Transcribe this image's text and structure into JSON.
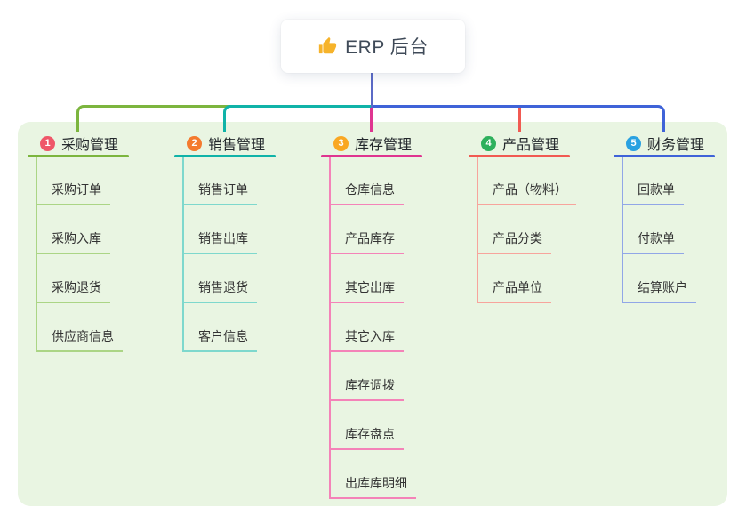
{
  "root": {
    "label": "ERP 后台",
    "icon": "thumbs-up-icon"
  },
  "colors": {
    "panel_bg": "#e9f5e2",
    "root_line": "#5b6ac6",
    "root_text": "#3f4a58",
    "header_text": "#23282c",
    "child_text": "#333333",
    "thumb_icon": "#f6b32b"
  },
  "branches": [
    {
      "number": "1",
      "title": "采购管理",
      "badge_color": "#ef5769",
      "line_color": "#7cb53e",
      "child_line_color": "#abd585",
      "children": [
        "采购订单",
        "采购入库",
        "采购退货",
        "供应商信息"
      ]
    },
    {
      "number": "2",
      "title": "销售管理",
      "badge_color": "#f47a2e",
      "line_color": "#10b3a8",
      "child_line_color": "#7ed8cd",
      "children": [
        "销售订单",
        "销售出库",
        "销售退货",
        "客户信息"
      ]
    },
    {
      "number": "3",
      "title": "库存管理",
      "badge_color": "#f9a722",
      "line_color": "#df3590",
      "child_line_color": "#f483b8",
      "children": [
        "仓库信息",
        "产品库存",
        "其它出库",
        "其它入库",
        "库存调拨",
        "库存盘点",
        "出库库明细"
      ]
    },
    {
      "number": "4",
      "title": "产品管理",
      "badge_color": "#2eb05c",
      "line_color": "#f15a52",
      "child_line_color": "#f7a49c",
      "children": [
        "产品（物料）",
        "产品分类",
        "产品单位"
      ]
    },
    {
      "number": "5",
      "title": "财务管理",
      "badge_color": "#29a1e1",
      "line_color": "#3f63d8",
      "child_line_color": "#91a6e7",
      "children": [
        "回款单",
        "付款单",
        "结算账户"
      ]
    }
  ]
}
